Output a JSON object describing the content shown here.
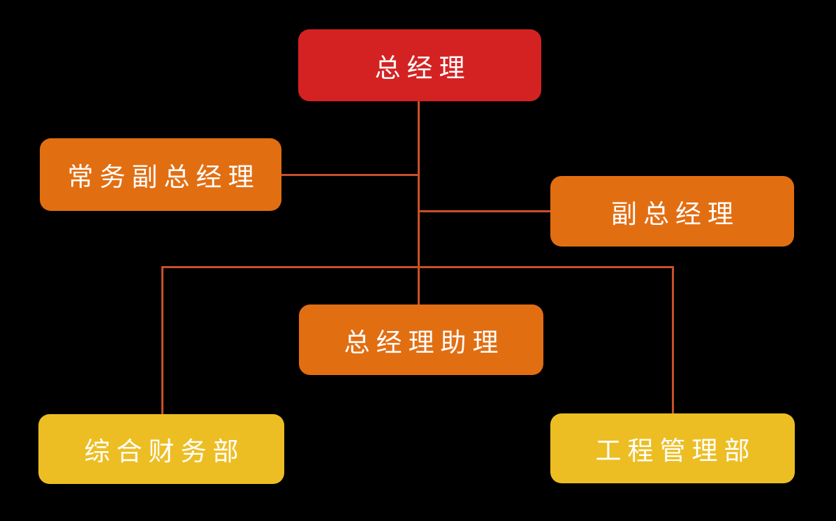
{
  "org_chart": {
    "background_color": "#000000",
    "connector_color": "#C95028",
    "text_color": "#FFFFFF",
    "node_colors": {
      "root": "#D42222",
      "middle": "#E26E12",
      "department": "#ECBE23"
    },
    "nodes": [
      {
        "id": "general-manager",
        "label": "总经理",
        "level": "root",
        "color": "#D42222"
      },
      {
        "id": "executive-deputy-general-manager",
        "label": "常务副总经理",
        "level": "middle",
        "color": "#E26E12"
      },
      {
        "id": "deputy-general-manager",
        "label": "副总经理",
        "level": "middle",
        "color": "#E26E12"
      },
      {
        "id": "general-manager-assistant",
        "label": "总经理助理",
        "level": "middle",
        "color": "#E26E12"
      },
      {
        "id": "general-finance-department",
        "label": "综合财务部",
        "level": "department",
        "color": "#ECBE23"
      },
      {
        "id": "engineering-management-department",
        "label": "工程管理部",
        "level": "department",
        "color": "#ECBE23"
      }
    ],
    "edges": [
      {
        "from": "general-manager",
        "to": "executive-deputy-general-manager"
      },
      {
        "from": "general-manager",
        "to": "deputy-general-manager"
      },
      {
        "from": "general-manager",
        "to": "general-manager-assistant"
      },
      {
        "from": "general-manager",
        "to": "general-finance-department"
      },
      {
        "from": "general-manager",
        "to": "engineering-management-department"
      }
    ]
  }
}
